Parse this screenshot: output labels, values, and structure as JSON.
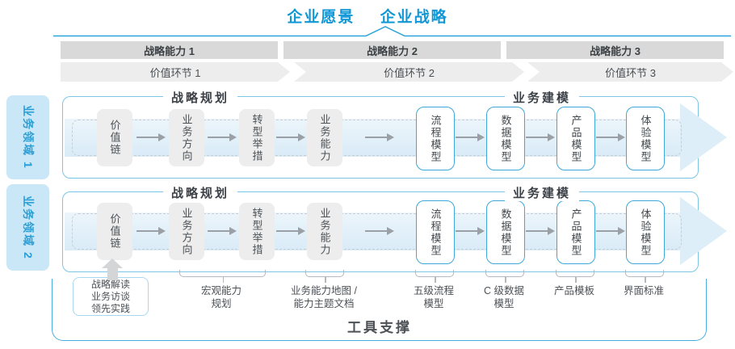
{
  "header": {
    "vision": "企业愿景",
    "strategy": "企业战略"
  },
  "capability_bars": [
    "战略能力 1",
    "战略能力 2",
    "战略能力 3"
  ],
  "value_chevrons": [
    "价值环节 1",
    "价值环节 2",
    "价值环节 3"
  ],
  "domains": [
    {
      "label": "业务领域 1",
      "planning_header": "战略规划",
      "modeling_header": "业务建模",
      "nodes": [
        "价值链",
        "业务方向",
        "转型举措",
        "业务能力",
        "流程模型",
        "数据模型",
        "产品模型",
        "体验模型"
      ]
    },
    {
      "label": "业务领域 2",
      "planning_header": "战略规划",
      "modeling_header": "业务建模",
      "nodes": [
        "价值链",
        "业务方向",
        "转型举措",
        "业务能力",
        "流程模型",
        "数据模型",
        "产品模型",
        "体验模型"
      ]
    }
  ],
  "callout": {
    "lines": [
      "战略解读",
      "业务访谈",
      "领先实践"
    ]
  },
  "annotations": [
    {
      "lines": [
        "宏观能力",
        "规划"
      ]
    },
    {
      "lines": [
        "业务能力地图 /",
        "能力主题文档"
      ]
    },
    {
      "lines": [
        "五级流程",
        "模型"
      ]
    },
    {
      "lines": [
        "C 级数据",
        "模型"
      ]
    },
    {
      "lines": [
        "产品模板"
      ]
    },
    {
      "lines": [
        "界面标准"
      ]
    }
  ],
  "tools": {
    "label": "工具支撑"
  },
  "colors": {
    "accent_blue": "#1197d6",
    "container_border_blue": "#4aade0",
    "band_blue": "#ddeef8",
    "bar_gray": "#d9d9d9",
    "box_gray": "#ededed",
    "node_border_blue": "#3fa8da",
    "domain_label_bg": "#c9e7f6"
  }
}
